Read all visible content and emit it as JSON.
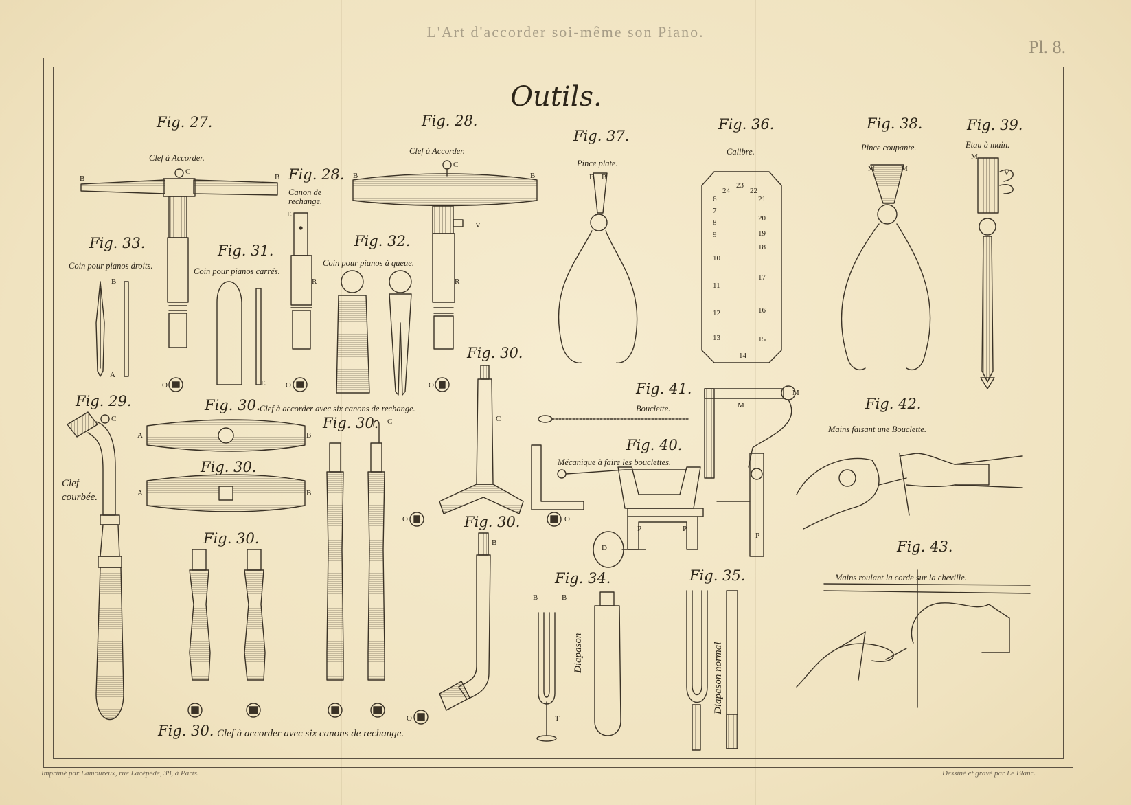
{
  "plate": {
    "title": "L'Art d'accorder soi-même son Piano.",
    "number": "Pl. 8.",
    "section_title": "Outils.",
    "footer_left": "Imprimé par Lamoureux, rue Lacépède, 38, à Paris.",
    "footer_right": "Dessiné et gravé par Le Blanc."
  },
  "figures": {
    "fig27": {
      "label": "Fig. 27.",
      "caption": "Clef à Accorder."
    },
    "fig28a": {
      "label": "Fig. 28.",
      "caption": "Canon de rechange."
    },
    "fig28b": {
      "label": "Fig. 28.",
      "caption": "Clef à Accorder."
    },
    "fig29": {
      "label": "Fig. 29.",
      "caption": "Clef courbée."
    },
    "fig30_top": {
      "label": "Fig. 30.",
      "caption": "Clef à accorder avec six canons de rechange."
    },
    "fig30_mid1": {
      "label": "Fig. 30."
    },
    "fig30_mid2": {
      "label": "Fig. 30."
    },
    "fig30_mid3": {
      "label": "Fig. 30."
    },
    "fig30_right": {
      "label": "Fig. 30."
    },
    "fig30_tee": {
      "label": "Fig. 30."
    },
    "fig30_bottom": {
      "label": "Fig. 30.",
      "caption": "Clef à accorder avec six canons de rechange."
    },
    "fig31": {
      "label": "Fig. 31.",
      "caption": "Coin pour pianos carrés."
    },
    "fig32": {
      "label": "Fig. 32.",
      "caption": "Coin pour pianos à queue."
    },
    "fig33": {
      "label": "Fig. 33.",
      "caption": "Coin pour pianos droits."
    },
    "fig34": {
      "label": "Fig. 34.",
      "caption": "Diapason"
    },
    "fig35": {
      "label": "Fig. 35.",
      "caption": "Diapason normal"
    },
    "fig36": {
      "label": "Fig. 36.",
      "caption": "Calibre.",
      "numbers_left": [
        "6",
        "7",
        "8",
        "9",
        "10",
        "11",
        "12",
        "13"
      ],
      "numbers_right": [
        "21",
        "20",
        "19",
        "18",
        "17",
        "16",
        "15"
      ],
      "numbers_top": [
        "24",
        "23",
        "22"
      ],
      "numbers_bottom": [
        "14"
      ]
    },
    "fig37": {
      "label": "Fig. 37.",
      "caption": "Pince plate."
    },
    "fig38": {
      "label": "Fig. 38.",
      "caption": "Pince coupante."
    },
    "fig39": {
      "label": "Fig. 39.",
      "caption": "Etau à main."
    },
    "fig40": {
      "label": "Fig. 40.",
      "caption": "Mécanique à faire les bouclettes."
    },
    "fig41": {
      "label": "Fig. 41.",
      "caption": "Bouclette."
    },
    "fig42": {
      "label": "Fig. 42.",
      "caption": "Mains faisant une Bouclette."
    },
    "fig43": {
      "label": "Fig. 43.",
      "caption": "Mains roulant la corde sur la cheville."
    }
  },
  "letters": {
    "B": "B",
    "C": "C",
    "A": "A",
    "E": "E",
    "R": "R",
    "O": "O",
    "V": "V",
    "M": "M",
    "P": "P",
    "D": "D",
    "T": "T"
  }
}
